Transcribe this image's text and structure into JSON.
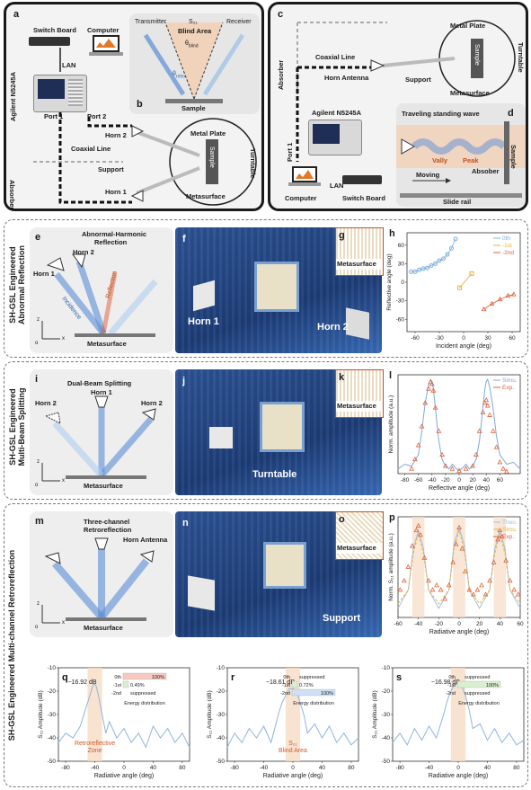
{
  "section_top_left": {
    "label": "a",
    "switch_board": "Switch Board",
    "computer": "Computer",
    "lan": "LAN",
    "analyzer": "Agilent N5245A",
    "port1": "Port 1",
    "port2": "Port 2",
    "horn2": "Horn 2",
    "horn1": "Horn 1",
    "coaxial": "Coaxial Line",
    "support": "Support",
    "absorber": "Absorber",
    "metal_plate": "Metal Plate",
    "sample": "Sample",
    "turntable": "Turntable",
    "metasurface": "Metasurface",
    "inset_label": "b",
    "inset_transmitter": "Transmitter",
    "inset_receiver": "Receiver",
    "inset_s21": "S₂₁",
    "inset_blind": "Blind Area",
    "inset_theta_blind": "θ",
    "inset_theta_blind_sub": "blind",
    "inset_theta_retro": "θ",
    "inset_theta_retro_sub": "retro",
    "inset_sample": "Sample"
  },
  "section_top_right": {
    "label": "c",
    "absorber": "Absorber",
    "coaxial": "Coaxial Line",
    "horn_antenna": "Horn Antenna",
    "support": "Support",
    "metal_plate": "Metal Plate",
    "sample": "Sample",
    "turntable": "Turntable",
    "metasurface": "Metasurface",
    "analyzer": "Agilent N5245A",
    "port1": "Port 1",
    "computer": "Computer",
    "lan": "LAN",
    "switch_board": "Switch Board",
    "inset_label": "d",
    "traveling": "Traveling standing wave",
    "vally": "Vally",
    "peak": "Peak",
    "absober": "Absober",
    "moving": "Moving",
    "slide_rail": "Slide rail",
    "d_sample": "Sample"
  },
  "row1": {
    "side_title_1": "SH-GSL Engineered",
    "side_title_2": "Abnormal Reflection",
    "e_label": "e",
    "e_title_1": "Abnormal-Harmonic",
    "e_title_2": "Reflection",
    "e_horn2": "Horn 2",
    "e_horn1": "Horn 1",
    "e_reflection": "Reflection",
    "e_incidence": "Incidence",
    "e_metasurface": "Metasurface",
    "f_label": "f",
    "f_horn1": "Horn 1",
    "f_horn2": "Horn 2",
    "g_label": "g",
    "g_meta": "Metasurface",
    "h_label": "h"
  },
  "row2": {
    "side_title_1": "SH-GSL Engineered",
    "side_title_2": "Multi-Beam Splitting",
    "i_label": "i",
    "i_title": "Dual-Beam Splitting",
    "i_horn2_left": "Horn 2",
    "i_horn1": "Horn 1",
    "i_horn2_right": "Horn 2",
    "i_metasurface": "Metasurface",
    "j_label": "j",
    "j_turntable": "Turntable",
    "k_label": "k",
    "k_meta": "Metasurface",
    "l_label": "l"
  },
  "row3": {
    "side_title": "SH-GSL Engineered Multi-channel Retroreflection",
    "m_label": "m",
    "m_title_1": "Three-channel",
    "m_title_2": "Retroreflection",
    "m_horn": "Horn Antenna",
    "m_metasurface": "Metasurface",
    "n_label": "n",
    "n_support": "Support",
    "o_label": "o",
    "o_meta": "Metasurface",
    "p_label": "p"
  },
  "axis_letters": {
    "z": "z",
    "x": "x",
    "o": "o"
  },
  "bottom_panels": [
    {
      "label": "q",
      "peak_db": "−16.92 dB",
      "zone_1": "Retroreflective",
      "zone_2": "Zone",
      "energy": [
        {
          "order": "0th",
          "text": "100%"
        },
        {
          "order": "-1st",
          "text": "0.49%"
        },
        {
          "order": "-2nd",
          "text": "suppressed"
        }
      ],
      "energy_label": "Energy distribution"
    },
    {
      "label": "r",
      "peak_db": "−18.61 dB",
      "zone_1": "S₂₁",
      "zone_2": "Blind Area",
      "energy": [
        {
          "order": "0th",
          "text": "suppressed"
        },
        {
          "order": "-1st",
          "text": "0.72%"
        },
        {
          "order": "-2nd",
          "text": "100%"
        }
      ],
      "energy_label": "Energy distribution"
    },
    {
      "label": "s",
      "peak_db": "−16.98 dB",
      "zone_1": "",
      "zone_2": "",
      "energy": [
        {
          "order": "0th",
          "text": "suppressed"
        },
        {
          "order": "-1st",
          "text": "100%"
        },
        {
          "order": "-2nd",
          "text": "suppressed"
        }
      ],
      "energy_label": "Energy distribution"
    }
  ],
  "chart_data": [
    {
      "type": "scatter",
      "panel": "h",
      "xlabel": "Incident angle (deg)",
      "ylabel": "Reflective angle (deg)",
      "xlim": [
        -70,
        70
      ],
      "ylim": [
        -80,
        80
      ],
      "xticks": [
        -60,
        -30,
        0,
        30,
        60
      ],
      "yticks": [
        -60,
        -30,
        0,
        30,
        60
      ],
      "series": [
        {
          "name": "0th",
          "color": "#7fb0e0",
          "marker": "circle",
          "x": [
            -65,
            -60,
            -55,
            -50,
            -45,
            -40,
            -35,
            -30,
            -25,
            -20,
            -15,
            -10
          ],
          "y": [
            17,
            17,
            20,
            22,
            23,
            27,
            30,
            35,
            38,
            45,
            55,
            70
          ]
        },
        {
          "name": "-1st",
          "color": "#e6b43a",
          "marker": "square",
          "x": [
            -5,
            10
          ],
          "y": [
            -9,
            14
          ]
        },
        {
          "name": "-2nd",
          "color": "#e0603a",
          "marker": "triangle",
          "x": [
            25,
            35,
            45,
            55,
            62
          ],
          "y": [
            -44,
            -35,
            -28,
            -22,
            -20
          ]
        }
      ]
    },
    {
      "type": "line",
      "panel": "l",
      "xlabel": "Reflective angle (deg)",
      "ylabel": "Norm. amplitude (a.u.)",
      "xlim": [
        -90,
        90
      ],
      "ylim": [
        0,
        1.05
      ],
      "xticks": [
        -80,
        -60,
        -40,
        -20,
        0,
        20,
        40,
        60
      ],
      "series": [
        {
          "name": "Simu.",
          "color": "#7fa8d8",
          "x": [
            -90,
            -80,
            -70,
            -60,
            -55,
            -50,
            -45,
            -42,
            -40,
            -38,
            -35,
            -30,
            -25,
            -20,
            -15,
            -10,
            -5,
            0,
            5,
            10,
            15,
            20,
            25,
            30,
            35,
            38,
            40,
            42,
            45,
            50,
            55,
            60,
            70,
            80,
            90
          ],
          "y": [
            0.05,
            0.1,
            0.08,
            0.2,
            0.45,
            0.75,
            0.95,
            1.0,
            0.98,
            0.9,
            0.7,
            0.35,
            0.15,
            0.08,
            0.05,
            0.1,
            0.06,
            0.03,
            0.06,
            0.1,
            0.05,
            0.08,
            0.15,
            0.35,
            0.7,
            0.9,
            0.98,
            1.0,
            0.92,
            0.7,
            0.4,
            0.2,
            0.1,
            0.12,
            0.05
          ]
        },
        {
          "name": "Exp.",
          "color": "#e0603a",
          "x": [
            -70,
            -65,
            -60,
            -55,
            -50,
            -45,
            -42,
            -40,
            -38,
            -35,
            -30,
            -25,
            -20,
            -10,
            0,
            10,
            20,
            25,
            30,
            35,
            38,
            40,
            42,
            45,
            50,
            55,
            60,
            65,
            70
          ],
          "y": [
            0.05,
            0.15,
            0.3,
            0.5,
            0.75,
            0.9,
            0.97,
            0.95,
            0.88,
            0.7,
            0.45,
            0.2,
            0.08,
            0.05,
            0.03,
            0.05,
            0.08,
            0.2,
            0.45,
            0.65,
            0.75,
            0.78,
            0.72,
            0.62,
            0.45,
            0.28,
            0.12,
            0.05,
            0.02
          ]
        }
      ]
    },
    {
      "type": "line",
      "panel": "p",
      "xlabel": "Radiative angle (deg)",
      "ylabel": "Norm. S₂₁ amplitude (a.u.)",
      "xlim": [
        -60,
        60
      ],
      "ylim": [
        0,
        1.1
      ],
      "xticks": [
        -60,
        -40,
        -20,
        0,
        20,
        40,
        60
      ],
      "series": [
        {
          "name": "Theo.",
          "color": "#9cc0e8",
          "x": [
            -60,
            -50,
            -45,
            -40,
            -35,
            -30,
            -20,
            -10,
            -5,
            0,
            5,
            10,
            20,
            30,
            35,
            40,
            45,
            50,
            60
          ],
          "y": [
            0.1,
            0.3,
            0.75,
            0.95,
            0.75,
            0.3,
            0.1,
            0.3,
            0.8,
            0.98,
            0.8,
            0.3,
            0.1,
            0.3,
            0.75,
            0.95,
            0.75,
            0.3,
            0.1
          ]
        },
        {
          "name": "Simu.",
          "color": "#e6b43a",
          "x": [
            -60,
            -50,
            -45,
            -40,
            -35,
            -30,
            -20,
            -10,
            -5,
            0,
            5,
            10,
            20,
            30,
            35,
            40,
            45,
            50,
            60
          ],
          "y": [
            0.15,
            0.3,
            0.7,
            0.92,
            0.7,
            0.3,
            0.15,
            0.3,
            0.75,
            0.95,
            0.75,
            0.3,
            0.15,
            0.3,
            0.7,
            0.92,
            0.7,
            0.3,
            0.15
          ]
        },
        {
          "name": "Exp.",
          "color": "#e0603a",
          "x": [
            -58,
            -54,
            -50,
            -46,
            -42,
            -40,
            -38,
            -34,
            -30,
            -26,
            -22,
            -18,
            -14,
            -10,
            -6,
            -3,
            0,
            3,
            6,
            10,
            14,
            18,
            22,
            26,
            30,
            34,
            38,
            40,
            42,
            46,
            50,
            54,
            58
          ],
          "y": [
            0.3,
            0.4,
            0.55,
            0.78,
            0.95,
            1.0,
            0.9,
            0.65,
            0.4,
            0.3,
            0.35,
            0.3,
            0.2,
            0.35,
            0.6,
            0.8,
            0.98,
            0.75,
            0.5,
            0.3,
            0.25,
            0.3,
            0.35,
            0.25,
            0.4,
            0.6,
            0.85,
            0.95,
            0.88,
            0.62,
            0.4,
            0.3,
            0.25
          ]
        }
      ]
    },
    {
      "type": "line",
      "panel": "q",
      "xlabel": "Radiative angle (deg)",
      "ylabel": "S₂₁ Amplitude (dB)",
      "xlim": [
        -90,
        90
      ],
      "ylim": [
        -50,
        -10
      ],
      "xticks": [
        -80,
        -40,
        0,
        40,
        80
      ],
      "yticks": [
        -50,
        -40,
        -30,
        -20,
        -10
      ],
      "highlight": [
        -50,
        -30
      ],
      "series": [
        {
          "name": "S21",
          "color": "#8fb4e0",
          "x": [
            -90,
            -80,
            -70,
            -60,
            -55,
            -50,
            -45,
            -42,
            -40,
            -38,
            -35,
            -30,
            -25,
            -20,
            -10,
            0,
            10,
            20,
            30,
            40,
            50,
            60,
            70,
            80,
            90
          ],
          "y": [
            -42,
            -38,
            -40,
            -35,
            -30,
            -25,
            -20,
            -17,
            -17,
            -18,
            -22,
            -30,
            -38,
            -33,
            -40,
            -36,
            -42,
            -38,
            -44,
            -35,
            -40,
            -36,
            -42,
            -38,
            -44
          ]
        }
      ]
    },
    {
      "type": "line",
      "panel": "r",
      "xlabel": "Radiative angle (deg)",
      "ylabel": "S₂₁ Amplitude (dB)",
      "xlim": [
        -90,
        90
      ],
      "ylim": [
        -50,
        -10
      ],
      "xticks": [
        -80,
        -40,
        0,
        40,
        80
      ],
      "yticks": [
        -50,
        -40,
        -30,
        -20,
        -10
      ],
      "highlight": [
        -10,
        10
      ],
      "series": [
        {
          "name": "S21",
          "color": "#8fb4e0",
          "x": [
            -90,
            -80,
            -70,
            -60,
            -50,
            -40,
            -30,
            -20,
            -15,
            -10,
            -5,
            0,
            5,
            10,
            15,
            20,
            30,
            40,
            50,
            60,
            70,
            80,
            90
          ],
          "y": [
            -44,
            -38,
            -42,
            -36,
            -40,
            -35,
            -42,
            -30,
            -25,
            -22,
            -19,
            -19,
            -20,
            -25,
            -30,
            -38,
            -34,
            -40,
            -35,
            -42,
            -38,
            -43,
            -40
          ]
        }
      ]
    },
    {
      "type": "line",
      "panel": "s",
      "xlabel": "Radiative angle (deg)",
      "ylabel": "S₂₁ Amplitude (dB)",
      "xlim": [
        -90,
        90
      ],
      "ylim": [
        -50,
        -10
      ],
      "xticks": [
        -80,
        -40,
        0,
        40,
        80
      ],
      "yticks": [
        -50,
        -40,
        -30,
        -20,
        -10
      ],
      "highlight": [
        -10,
        10
      ],
      "series": [
        {
          "name": "S21",
          "color": "#8fb4e0",
          "x": [
            -90,
            -80,
            -70,
            -60,
            -50,
            -40,
            -30,
            -20,
            -15,
            -10,
            -5,
            0,
            5,
            10,
            15,
            20,
            30,
            40,
            50,
            60,
            70,
            80,
            90
          ],
          "y": [
            -42,
            -38,
            -43,
            -36,
            -41,
            -35,
            -40,
            -30,
            -24,
            -20,
            -17,
            -17,
            -18,
            -22,
            -28,
            -36,
            -34,
            -41,
            -36,
            -42,
            -38,
            -43,
            -41
          ]
        }
      ]
    }
  ]
}
